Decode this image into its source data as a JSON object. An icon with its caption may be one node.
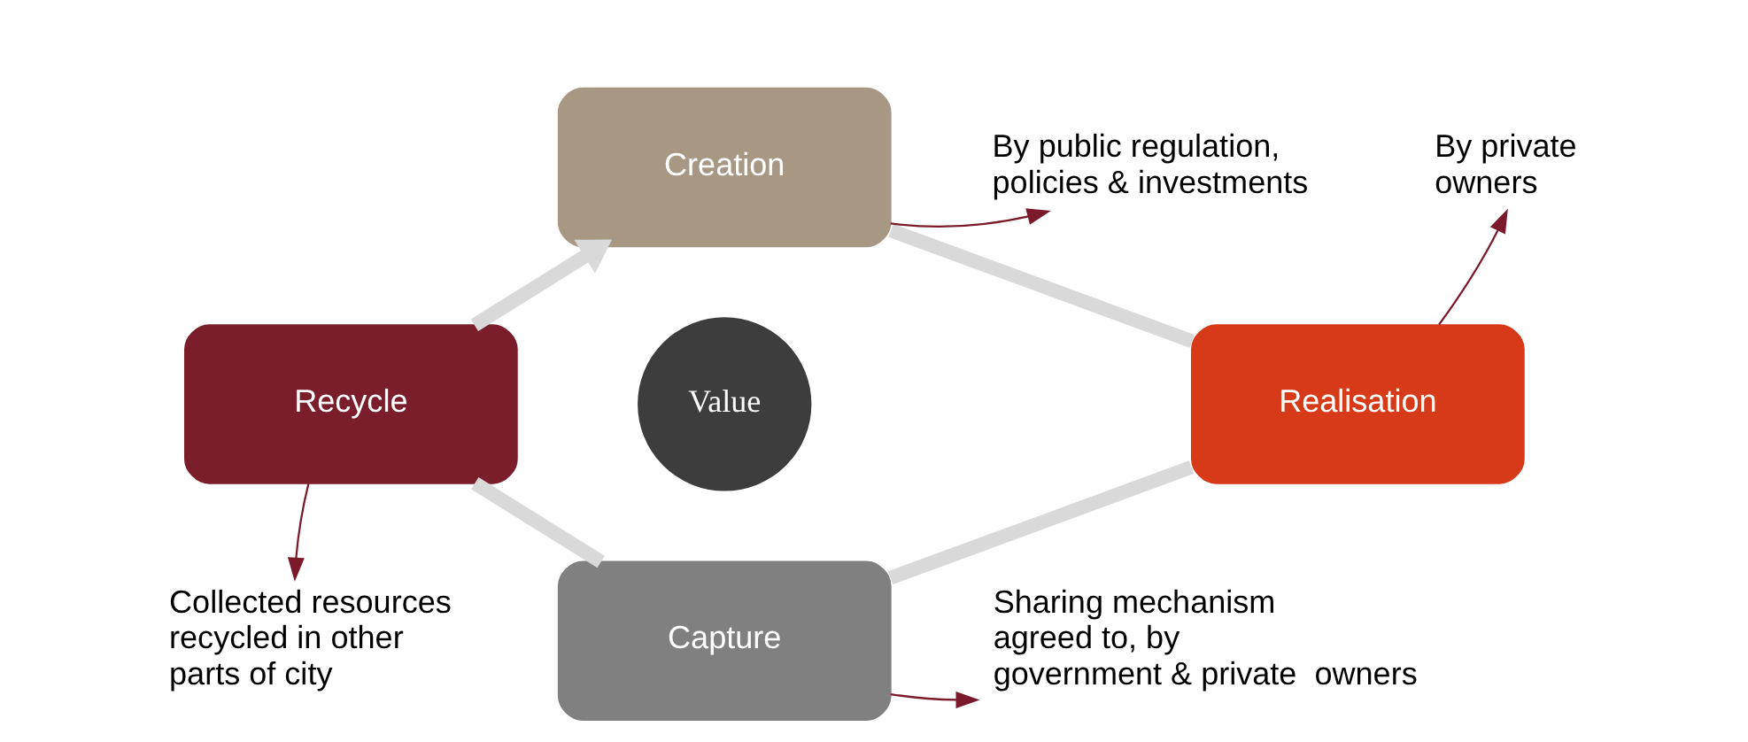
{
  "diagram": {
    "nodes": [
      {
        "text": [
          "Creation"
        ]
      },
      {
        "text": [
          "Realisation"
        ]
      },
      {
        "text": [
          "Capture"
        ]
      },
      {
        "text": [
          "Recycle"
        ]
      },
      {
        "text": [
          "Value"
        ]
      },
      {
        "text": [
          "By public regulation, policies & investments"
        ]
      },
      {
        "text": [
          "By private owners"
        ]
      },
      {
        "text": [
          "Sharing mechanism agreed to, by government & private  owners"
        ]
      },
      {
        "text": [
          "Collected resources recycled in other parts of city"
        ]
      }
    ],
    "edges": [
      {
        "from": 3,
        "to": 0,
        "arrow": "to",
        "style": "thick",
        "color": "#d9d9d9"
      },
      {
        "from": 0,
        "to": 1,
        "arrow": "none",
        "style": "thick",
        "color": "#d9d9d9"
      },
      {
        "from": 1,
        "to": 2,
        "arrow": "none",
        "style": "thick",
        "color": "#d9d9d9"
      },
      {
        "from": 2,
        "to": 3,
        "arrow": "none",
        "style": "thick",
        "color": "#d9d9d9"
      },
      {
        "from": 0,
        "to": 5,
        "arrow": "to",
        "color": "#7b1a2a"
      },
      {
        "from": 1,
        "to": 6,
        "arrow": "to",
        "color": "#7b1a2a"
      },
      {
        "from": 2,
        "to": 7,
        "arrow": "to",
        "color": "#7b1a2a"
      },
      {
        "from": 3,
        "to": 8,
        "arrow": "to",
        "color": "#7b1a2a"
      }
    ]
  }
}
